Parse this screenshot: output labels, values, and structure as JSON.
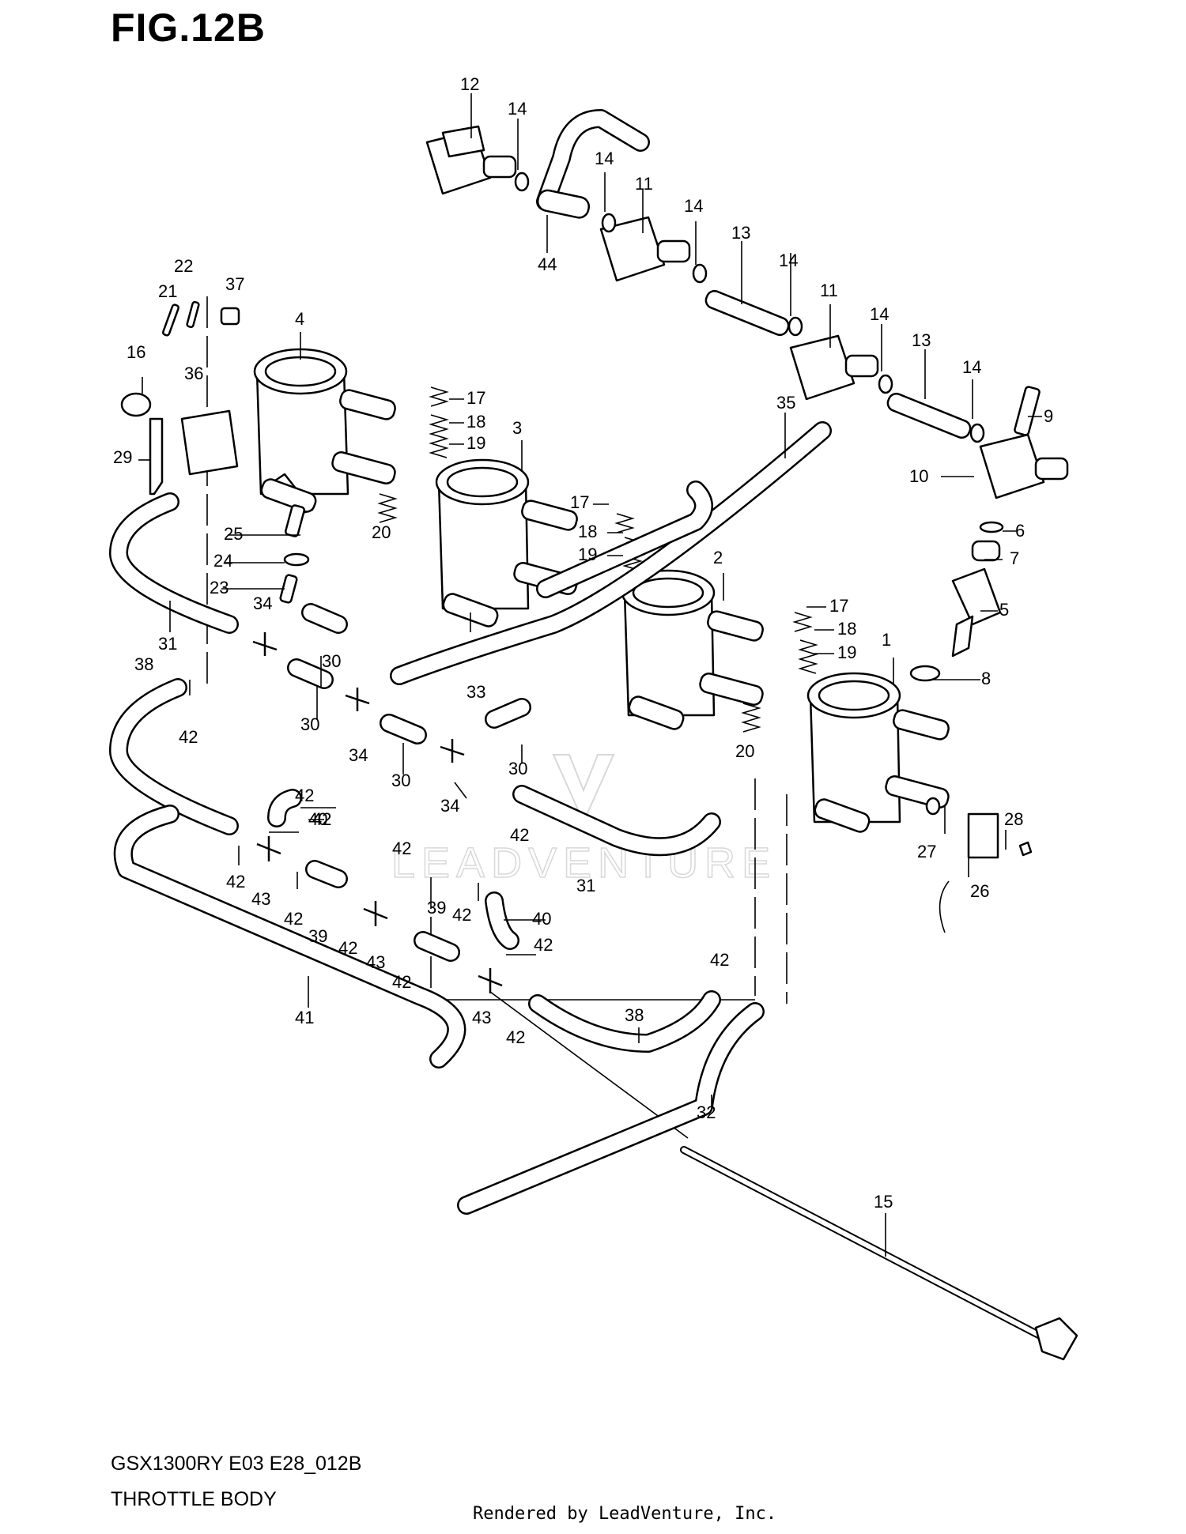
{
  "figure": {
    "title": "FIG.12B"
  },
  "footer": {
    "model": "GSX1300RY E03 E28_012B",
    "section": "THROTTLE BODY",
    "credit": "Rendered by LeadVenture, Inc."
  },
  "watermark": {
    "text": "LEADVENTURE"
  },
  "callouts": [
    "1",
    "2",
    "3",
    "4",
    "5",
    "6",
    "7",
    "8",
    "9",
    "10",
    "11",
    "11",
    "12",
    "13",
    "13",
    "14",
    "14",
    "14",
    "14",
    "14",
    "14",
    "14",
    "15",
    "16",
    "17",
    "17",
    "17",
    "18",
    "18",
    "18",
    "19",
    "19",
    "19",
    "20",
    "20",
    "21",
    "22",
    "23",
    "24",
    "25",
    "26",
    "27",
    "28",
    "29",
    "30",
    "30",
    "30",
    "30",
    "31",
    "31",
    "32",
    "33",
    "34",
    "34",
    "34",
    "35",
    "36",
    "37",
    "38",
    "38",
    "39",
    "39",
    "40",
    "40",
    "41",
    "42",
    "42",
    "42",
    "42",
    "42",
    "42",
    "42",
    "42",
    "42",
    "42",
    "42",
    "42",
    "42",
    "43",
    "43",
    "43",
    "44"
  ]
}
